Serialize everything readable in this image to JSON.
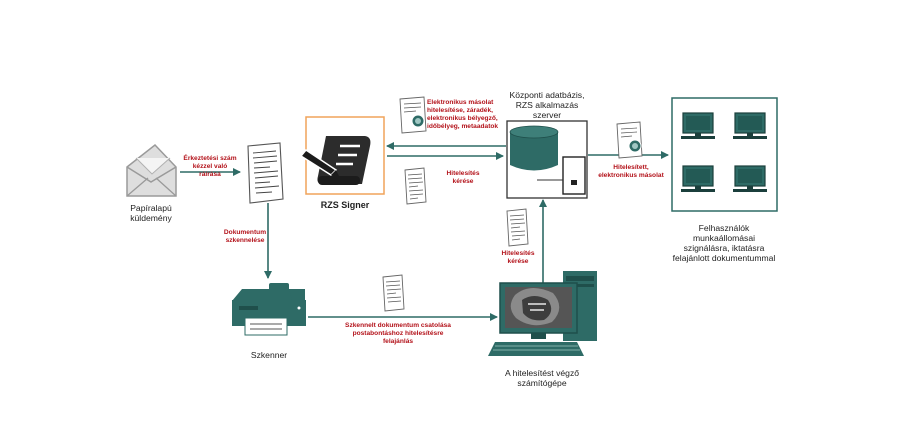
{
  "colors": {
    "teal": "#2e6b66",
    "red": "#b3121a",
    "orange": "#f0a35a"
  },
  "nodes": {
    "paper": "Papíralapú küldemény",
    "signer": "RZS Signer",
    "scanner": "Szkenner",
    "computer": "A hitelesítést végző számítógépe",
    "server": "Központi adatbázis, RZS alkalmazás szerver",
    "users": "Felhasználók munkaállomásai szignálásra, iktatásra felajánlott dokumentummal"
  },
  "edges": {
    "e1": "Érkeztetési szám kézzel való ráírása",
    "e2": "Dokumentum szkennelése",
    "e3": "Szkennelt dokumentum csatolása postabontáshoz hitelesítésre felajánlás",
    "e4": "Hitelesítés kérése",
    "e5": "Hitelesítés kérése",
    "e6": "Elektronikus másolat hitelesítése, záradék, elektronikus bélyegző, időbélyeg, metaadatok",
    "e7": "Hitelesített, elektronikus másolat"
  }
}
